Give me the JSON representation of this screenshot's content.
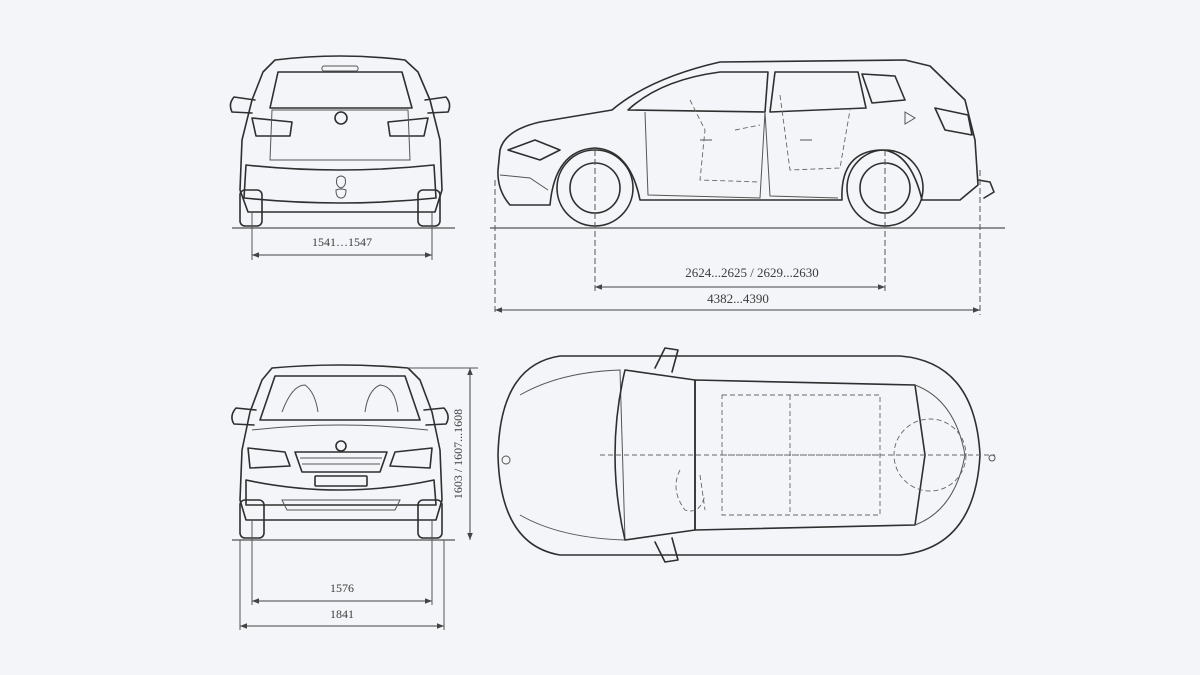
{
  "dimensions": {
    "rear_track": "1541…1547",
    "wheelbase": "2624...2625 / 2629...2630",
    "overall_length": "4382...4390",
    "front_track": "1576",
    "overall_width": "1841",
    "height": "1603 / 1607...1608"
  },
  "colors": {
    "background": "#f4f5f8",
    "line": "#2f2f2f"
  }
}
